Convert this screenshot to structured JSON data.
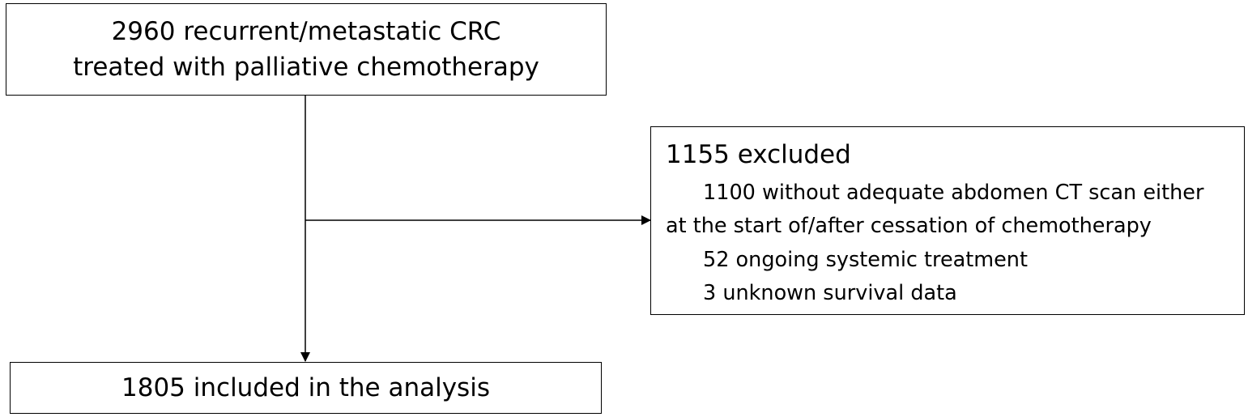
{
  "boxes": {
    "top": {
      "line1": "2960 recurrent/metastatic CRC",
      "line2": "treated with palliative chemotherapy"
    },
    "excluded": {
      "heading": "1155 excluded",
      "reasons": [
        "1100 without adequate abdomen CT scan either",
        "at the start of/after cessation of chemotherapy",
        "52 ongoing systemic treatment",
        "3 unknown survival data"
      ]
    },
    "bottom": {
      "label": "1805 included in the analysis"
    }
  },
  "colors": {
    "stroke": "#000000",
    "background": "#ffffff"
  }
}
